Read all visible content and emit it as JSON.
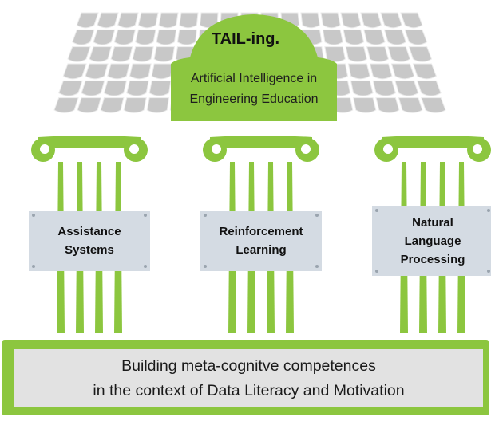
{
  "roof": {
    "title": "TAIL-ing.",
    "subtitle_lines": [
      "Artificial Intelligence in",
      "Engineering Education"
    ]
  },
  "pillars": [
    {
      "label_lines": [
        "Assistance",
        "Systems"
      ]
    },
    {
      "label_lines": [
        "Reinforcement",
        "Learning"
      ]
    },
    {
      "label_lines": [
        "Natural",
        "Language",
        "Processing"
      ]
    }
  ],
  "foundation": {
    "lines": [
      "Building meta-cognitve competences",
      "in the context of Data Literacy and Motivation"
    ]
  },
  "colors": {
    "green": "#8cc63f",
    "plate": "#d4dbe3",
    "roof_tiles": "#c8c8c8",
    "base_panel": "#e2e2e2"
  }
}
